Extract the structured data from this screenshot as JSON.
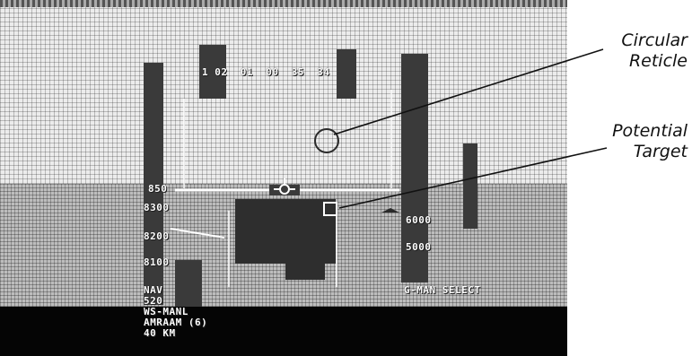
{
  "hud": {
    "status_lines": [
      "NAV",
      "520",
      "WS-MANL",
      "AMRAAM (6)",
      "40 KM"
    ],
    "left_speed_ticks": [
      "850",
      "8300",
      "8200",
      "8100"
    ],
    "right_alt_ticks": [
      "6000",
      "5000"
    ],
    "heading_numbers": "1 02  01  00  35  34",
    "mode_select": "G-MAN SELECT"
  },
  "annotations": {
    "reticle": [
      "Circular",
      "Reticle"
    ],
    "target": [
      "Potential",
      "Target"
    ]
  },
  "colors": {
    "sky": "#ececec",
    "ground": "#bdbdbd",
    "hud_symbology": "#ffffff",
    "cockpit_panel": "#050505",
    "annotation_text": "#111111"
  }
}
